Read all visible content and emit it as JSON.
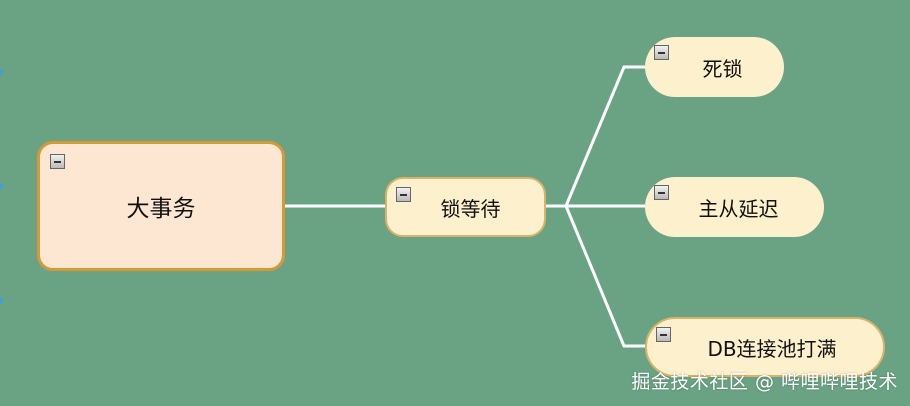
{
  "mindmap": {
    "root": {
      "label": "大事务"
    },
    "child": {
      "label": "锁等待"
    },
    "leaves": [
      {
        "label": "死锁"
      },
      {
        "label": "主从延迟"
      },
      {
        "label": "DB连接池打满"
      }
    ]
  },
  "colors": {
    "background": "#6aa384",
    "root_fill": "#fde6d2",
    "root_border": "#d49a3a",
    "node_fill": "#fdf0cc",
    "connector": "#ffffff"
  },
  "icons": {
    "collapse": "minus-box-icon"
  },
  "watermark": {
    "text": "掘金技术社区 @ 哔哩哔哩技术"
  }
}
